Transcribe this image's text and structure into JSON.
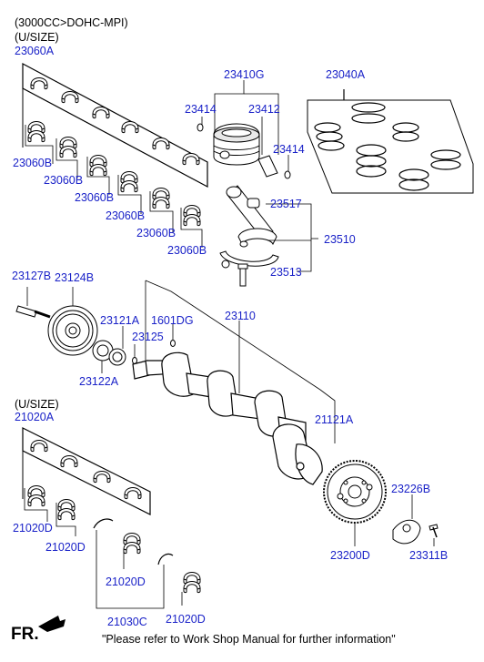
{
  "header": {
    "engine": "(3000CC>DOHC-MPI)",
    "usize_top": "(U/SIZE)",
    "usize_bottom": "(U/SIZE)"
  },
  "parts": {
    "p23060A": "23060A",
    "p23060B_1": "23060B",
    "p23060B_2": "23060B",
    "p23060B_3": "23060B",
    "p23060B_4": "23060B",
    "p23060B_5": "23060B",
    "p23060B_6": "23060B",
    "p23410G": "23410G",
    "p23414_a": "23414",
    "p23412": "23412",
    "p23414_b": "23414",
    "p23040A": "23040A",
    "p23517": "23517",
    "p23510": "23510",
    "p23513": "23513",
    "p23127B": "23127B",
    "p23124B": "23124B",
    "p23121A": "23121A",
    "p1601DG": "1601DG",
    "p23110": "23110",
    "p23125": "23125",
    "p23122A": "23122A",
    "p21020A": "21020A",
    "p21121A": "21121A",
    "p21020D_1": "21020D",
    "p21020D_2": "21020D",
    "p21020D_3": "21020D",
    "p21020D_4": "21020D",
    "p23226B": "23226B",
    "p23200D": "23200D",
    "p23311B": "23311B",
    "p21030C": "21030C"
  },
  "footer": {
    "fr": "FR.",
    "note": "\"Please refer to Work Shop Manual for further information\""
  }
}
